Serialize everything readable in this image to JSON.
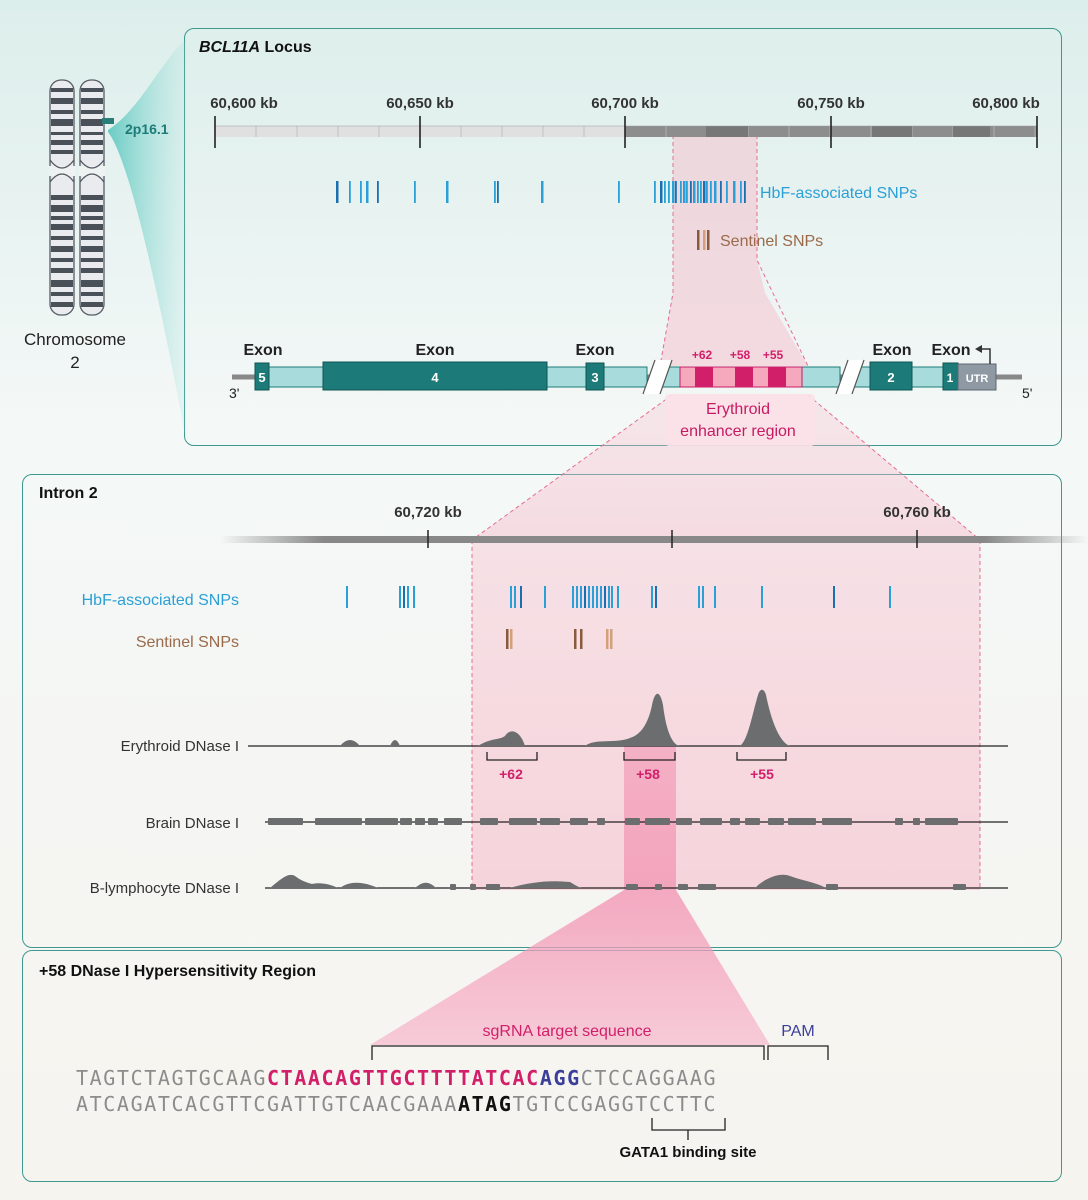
{
  "chromosome": {
    "label": "Chromosome",
    "number": "2",
    "band": "2p16.1"
  },
  "locus": {
    "title": "BCL11A",
    "title_suffix": " Locus",
    "ticks": [
      "60,600 kb",
      "60,650 kb",
      "60,700 kb",
      "60,750 kb",
      "60,800 kb"
    ],
    "snp_label": "HbF-associated SNPs",
    "sentinel_label": "Sentinel SNPs",
    "gene": {
      "end3": "3'",
      "end5": "5'",
      "exon_word": "Exon",
      "exons": [
        "5",
        "4",
        "3",
        "2",
        "1"
      ],
      "utr": "UTR",
      "enhancers": [
        "+62",
        "+58",
        "+55"
      ],
      "region_label_line1": "Erythroid",
      "region_label_line2": "enhancer region"
    }
  },
  "intron": {
    "title": "Intron 2",
    "ticks": [
      "60,720 kb",
      "60,760 kb"
    ],
    "snp_label": "HbF-associated SNPs",
    "sentinel_label": "Sentinel SNPs",
    "tracks": [
      "Erythroid DNase I",
      "Brain DNase I",
      "B-lymphocyte DNase I"
    ],
    "peaks": [
      "+62",
      "+58",
      "+55"
    ]
  },
  "hs58": {
    "title": "+58 DNase I Hypersensitivity Region",
    "sgrna_label": "sgRNA target sequence",
    "pam_label": "PAM",
    "gata_label": "GATA1 binding site",
    "top_pre": "TAGTCTAGTGCAAG",
    "top_target": "CTAACAGTTGCTTTTATCAC",
    "top_pam": "AGG",
    "top_post": "CTCCAGGAAG",
    "bottom_pre": "ATCAGATCACGTTCGATTGTCAACGAAA",
    "bottom_gata": "ATAG",
    "bottom_post": "TGTCCGAGGTCCTTC"
  },
  "colors": {
    "teal": "#1c7b78",
    "pink": "#d21f6a",
    "blue": "#2aa0d6",
    "brown": "#9a6a4a",
    "navy": "#3b3f9a"
  }
}
